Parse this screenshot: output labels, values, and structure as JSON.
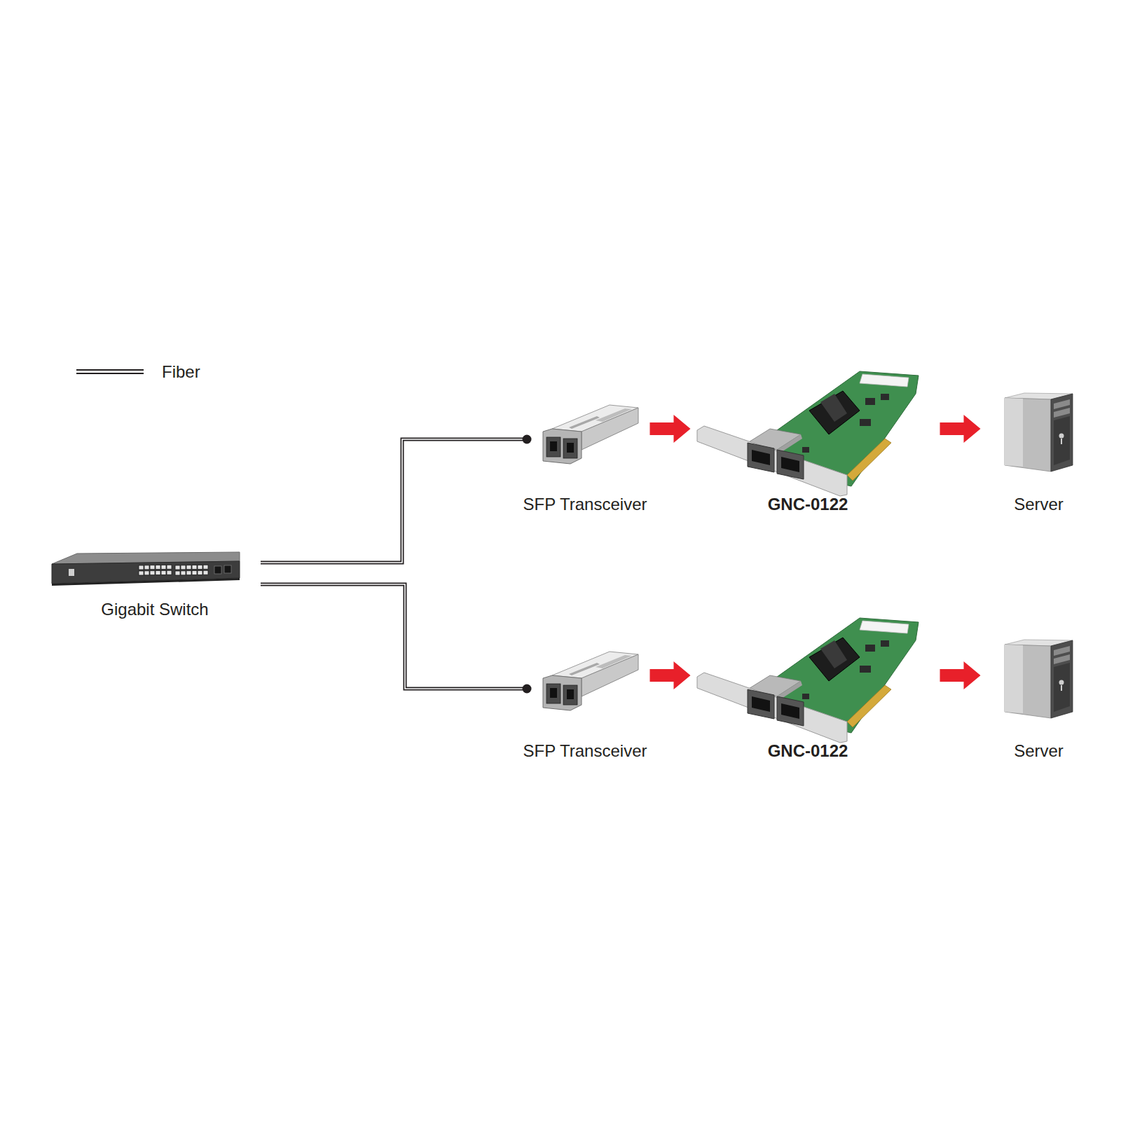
{
  "diagram": {
    "nodes": [
      {
        "text": [
          "Gigabit Switch"
        ]
      },
      {
        "text": [
          "SFP Transceiver"
        ]
      },
      {
        "text": [
          "GNC-0122"
        ]
      },
      {
        "text": [
          "Server"
        ]
      },
      {
        "text": [
          "SFP Transceiver"
        ]
      },
      {
        "text": [
          "GNC-0122"
        ]
      },
      {
        "text": [
          "Server"
        ]
      }
    ],
    "edges": [
      {
        "from": 0,
        "to": 1,
        "arrow": "none"
      },
      {
        "from": 1,
        "to": 2,
        "arrow": "to"
      },
      {
        "from": 2,
        "to": 3,
        "arrow": "to"
      },
      {
        "from": 0,
        "to": 4,
        "arrow": "none"
      },
      {
        "from": 4,
        "to": 5,
        "arrow": "to"
      },
      {
        "from": 5,
        "to": 6,
        "arrow": "to"
      }
    ],
    "legend": [
      {
        "text": "Fiber"
      }
    ]
  }
}
